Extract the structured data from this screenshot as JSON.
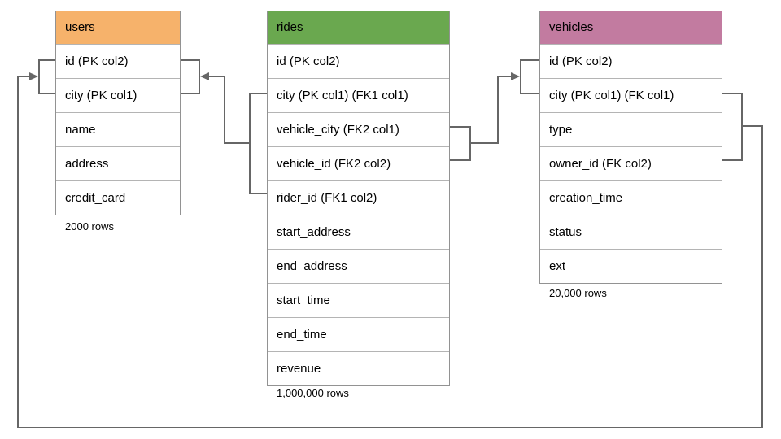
{
  "diagram": {
    "tables": [
      {
        "name": "users",
        "header_color": "#f6b26b",
        "columns": [
          "id (PK col2)",
          "city (PK col1)",
          "name",
          "address",
          "credit_card"
        ],
        "row_count": "2000 rows"
      },
      {
        "name": "rides",
        "header_color": "#6aa84f",
        "columns": [
          "id (PK col2)",
          "city (PK col1) (FK1 col1)",
          "vehicle_city (FK2 col1)",
          "vehicle_id (FK2 col2)",
          "rider_id (FK1 col2)",
          "start_address",
          "end_address",
          "start_time",
          "end_time",
          "revenue"
        ],
        "row_count": "1,000,000 rows"
      },
      {
        "name": "vehicles",
        "header_color": "#c27ba0",
        "columns": [
          "id (PK col2)",
          "city (PK col1) (FK col1)",
          "type",
          "owner_id (FK col2)",
          "creation_time",
          "status",
          "ext"
        ],
        "row_count": "20,000 rows"
      }
    ],
    "relationships": [
      {
        "name": "rides FK1 -> users",
        "from_table": "rides",
        "from_columns": [
          "city (FK1 col1)",
          "rider_id (FK1 col2)"
        ],
        "to_table": "users",
        "to_columns": [
          "id (PK col2)",
          "city (PK col1)"
        ]
      },
      {
        "name": "rides FK2 -> vehicles",
        "from_table": "rides",
        "from_columns": [
          "vehicle_city (FK2 col1)",
          "vehicle_id (FK2 col2)"
        ],
        "to_table": "vehicles",
        "to_columns": [
          "id (PK col2)",
          "city (PK col1)"
        ]
      },
      {
        "name": "vehicles FK -> users",
        "from_table": "vehicles",
        "from_columns": [
          "city (FK col1)",
          "owner_id (FK col2)"
        ],
        "to_table": "users",
        "to_columns": [
          "id (PK col2)",
          "city (PK col1)"
        ]
      }
    ],
    "colors": {
      "users_header": "#f6b26b",
      "rides_header": "#6aa84f",
      "vehicles_header": "#c27ba0",
      "connector": "#666666",
      "table_border": "#929292",
      "row_divider": "#b4b4b4",
      "background": "#ffffff"
    }
  }
}
